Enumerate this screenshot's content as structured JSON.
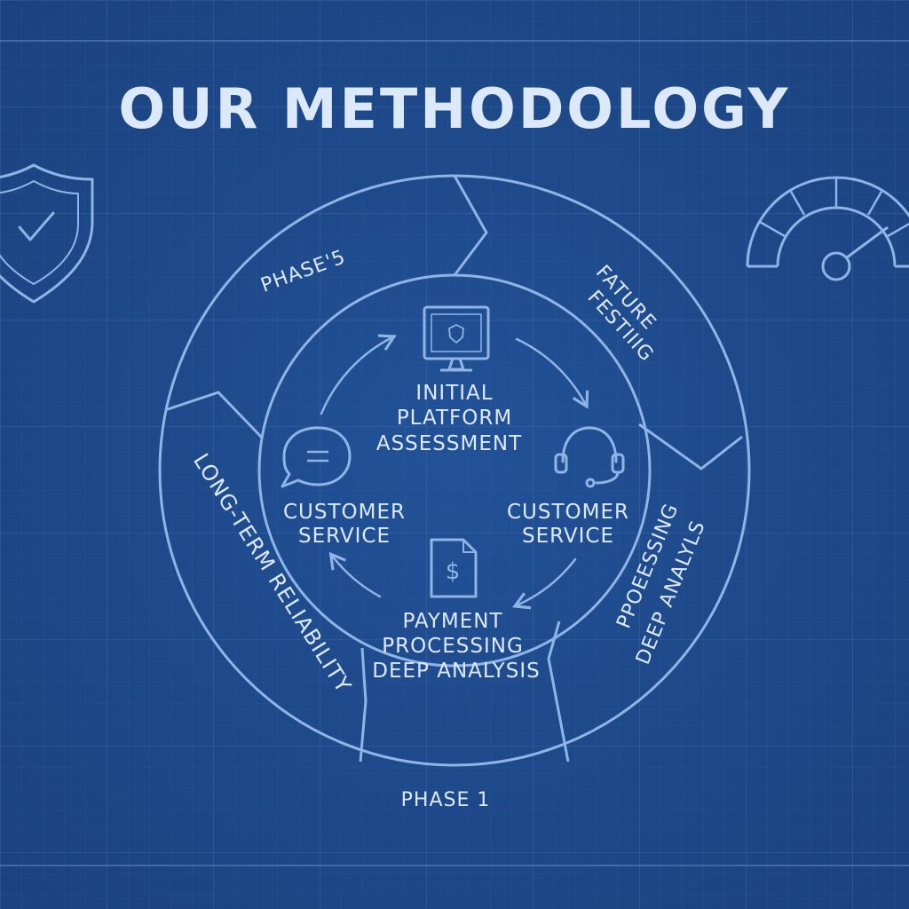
{
  "title": "OUR METHODOLOGY",
  "phase_labels": {
    "phase_5": "PHASE'5",
    "fature": "FATURE",
    "festiiig": "FESTIIIG",
    "long_term": "LONG-TERM RELIABILITY",
    "ppoeessing": "PPOEESSING",
    "deep_analyls": "DEEP ANALYLS",
    "phase_1": "PHASE 1"
  },
  "inner": {
    "top": [
      "INITIAL",
      "PLATFORM",
      "ASSESSMENT"
    ],
    "left": [
      "CUSTOMER",
      "SERVICE"
    ],
    "right": [
      "CUSTOMER",
      "SERVICE"
    ],
    "bottom": [
      "PAYMENT",
      "PROCESSING",
      "DEEP ANALYSIS"
    ]
  },
  "icons": {
    "shield": "shield-check-icon",
    "gauge": "speedometer-icon",
    "monitor": "monitor-icon",
    "chat": "chat-bubble-icon",
    "headset": "headset-icon",
    "invoice": "dollar-document-icon"
  },
  "colors": {
    "background": "#1f4b8c",
    "line": "#8fb4e6",
    "text": "#dce9fb"
  }
}
